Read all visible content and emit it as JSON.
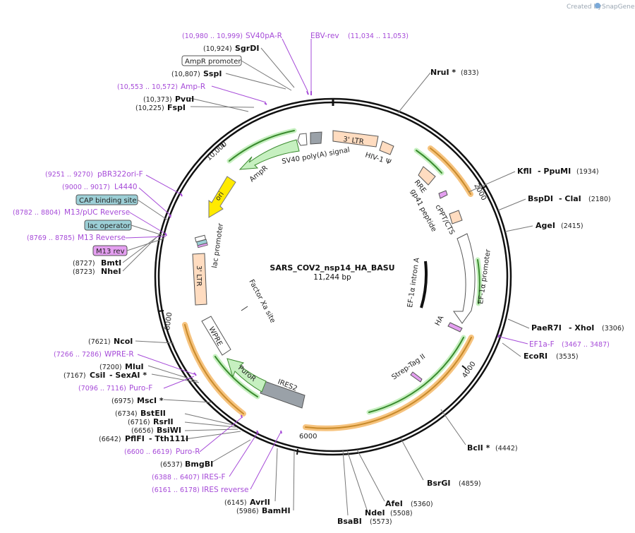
{
  "credit": {
    "prefix": "Created by",
    "brand": "SnapGene"
  },
  "plasmid": {
    "name": "SARS_COV2_nsp14_HA_BASU",
    "length": "11,244 bp"
  },
  "ticks": [
    "2000",
    "4000",
    "6000",
    "8000",
    "10,000"
  ],
  "sites": [
    {
      "name": "NruI *",
      "pos": "(833)"
    },
    {
      "name": "KflI",
      "name2": "PpuMI",
      "pos": "(1934)"
    },
    {
      "name": "BspDI",
      "name2": "ClaI",
      "pos": "(2180)"
    },
    {
      "name": "AgeI",
      "pos": "(2415)"
    },
    {
      "name": "PaeR7I",
      "name2": "XhoI",
      "pos": "(3306)"
    },
    {
      "name": "EcoRI",
      "pos": "(3535)"
    },
    {
      "name": "BclI *",
      "pos": "(4442)"
    },
    {
      "name": "BsrGI",
      "pos": "(4859)"
    },
    {
      "name": "AfeI",
      "pos": "(5360)"
    },
    {
      "name": "NdeI",
      "pos": "(5508)"
    },
    {
      "name": "BsaBI",
      "pos": "(5573)"
    },
    {
      "name": "BamHI",
      "pos": "(5986)"
    },
    {
      "name": "AvrII",
      "pos": "(6145)"
    },
    {
      "name": "BmgBI",
      "pos": "(6537)"
    },
    {
      "name": "PflFI",
      "name2": "Tth111I",
      "pos": "(6642)"
    },
    {
      "name": "BsiWI",
      "pos": "(6656)"
    },
    {
      "name": "RsrII",
      "pos": "(6716)"
    },
    {
      "name": "BstEII",
      "pos": "(6734)"
    },
    {
      "name": "MscI *",
      "pos": "(6975)"
    },
    {
      "name": "CsiI",
      "name2": "SexAI *",
      "pos": "(7167)"
    },
    {
      "name": "MluI",
      "pos": "(7200)"
    },
    {
      "name": "NcoI",
      "pos": "(7621)"
    },
    {
      "name": "NheI",
      "pos": "(8723)"
    },
    {
      "name": "BmtI",
      "pos": "(8727)"
    },
    {
      "name": "FspI",
      "pos": "(10,225)"
    },
    {
      "name": "PvuI",
      "pos": "(10,373)"
    },
    {
      "name": "SspI",
      "pos": "(10,807)"
    },
    {
      "name": "SgrDI",
      "pos": "(10,924)"
    }
  ],
  "primers": [
    {
      "name": "SV40pA-R",
      "pos": "(10,980 .. 10,999)"
    },
    {
      "name": "EBV-rev",
      "pos": "(11,034 .. 11,053)"
    },
    {
      "name": "Amp-R",
      "pos": "(10,553 .. 10,572)"
    },
    {
      "name": "pBR322ori-F",
      "pos": "(9251 .. 9270)"
    },
    {
      "name": "L4440",
      "pos": "(9000 .. 9017)"
    },
    {
      "name": "M13/pUC Reverse",
      "pos": "(8782 .. 8804)"
    },
    {
      "name": "M13 Reverse",
      "pos": "(8769 .. 8785)"
    },
    {
      "name": "EF1a-F",
      "pos": "(3467 .. 3487)"
    },
    {
      "name": "WPRE-R",
      "pos": "(7266 .. 7286)"
    },
    {
      "name": "Puro-F",
      "pos": "(7096 .. 7116)"
    },
    {
      "name": "Puro-R",
      "pos": "(6600 .. 6619)"
    },
    {
      "name": "IRES-F",
      "pos": "(6388 .. 6407)"
    },
    {
      "name": "IRES reverse",
      "pos": "(6161 .. 6178)"
    }
  ],
  "boxed": [
    "AmpR promoter",
    "CAP binding site",
    "lac operator",
    "M13 rev"
  ],
  "features": [
    "3' LTR",
    "HIV-1 Ψ",
    "SV40 poly(A) signal",
    "AmpR",
    "ori",
    "RRE",
    "gp41 peptide",
    "cPPT/CTS",
    "EF-1α promoter",
    "EF-1α intron A",
    "HA",
    "Strep-Tag II",
    "IRES2",
    "PuroR",
    "WPRE",
    "Factor Xa site",
    "3' LTR",
    "lac promoter"
  ],
  "colors": {
    "primer": "#a64bd8",
    "orf_green": "#c6f0c0",
    "ori_yellow": "#ffea00",
    "ltr": "#ffdcc0",
    "orange_highlight": "#f6c37e",
    "gray": "#9aa1a8",
    "teal_box": "#9ccfd6",
    "pink_box": "#e49ff0"
  }
}
